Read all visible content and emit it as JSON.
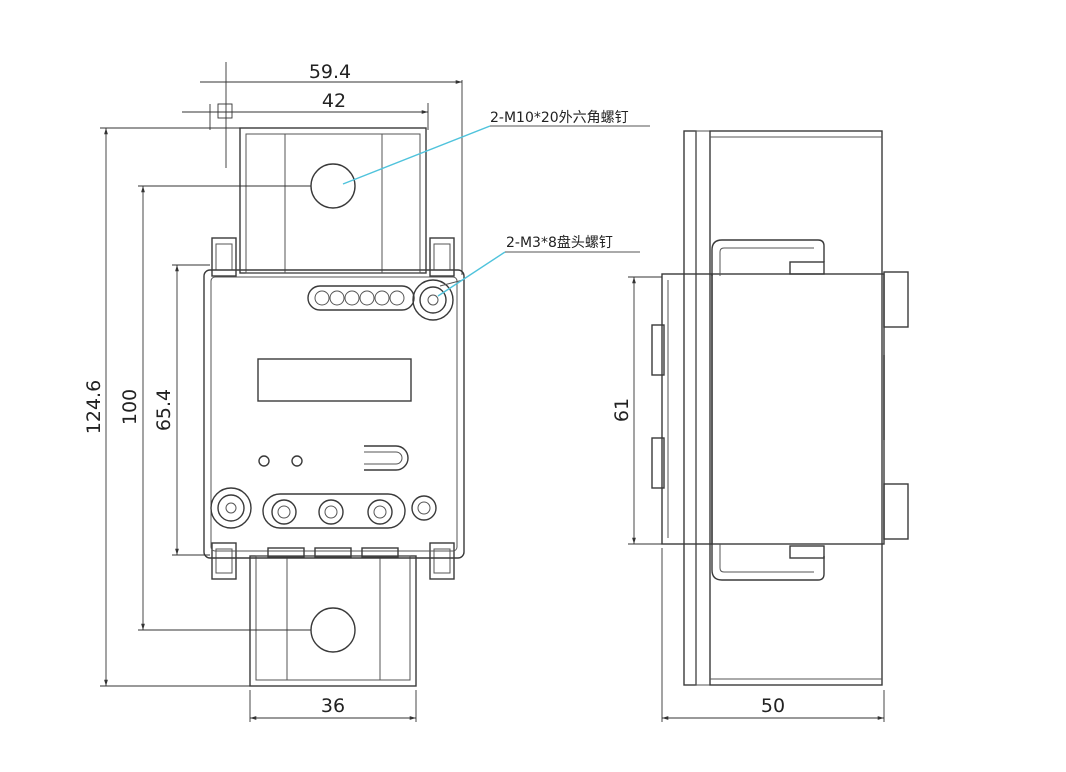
{
  "front_view": {
    "dimensions": {
      "overall_width": "59.4",
      "body_width": "42",
      "overall_height": "124.6",
      "hole_spacing": "100",
      "body_height": "65.4",
      "bus_bar_width": "36"
    },
    "callouts": {
      "hex_bolt": "2-M10*20外六角螺钉",
      "pan_head_screw": "2-M3*8盘头螺钉"
    }
  },
  "side_view": {
    "dimensions": {
      "body_height": "61",
      "overall_depth": "50"
    }
  },
  "colors": {
    "line": "#3a3a3a",
    "leader": "#4fc3dc",
    "background": "#ffffff"
  }
}
